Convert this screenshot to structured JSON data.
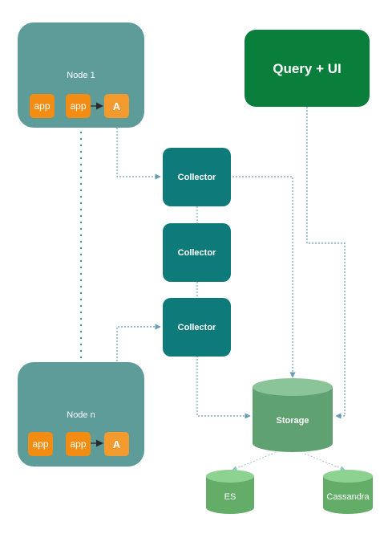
{
  "nodes": [
    {
      "label": "Node 1",
      "app1": "app",
      "app2": "app",
      "agent": "A"
    },
    {
      "label": "Node n",
      "app1": "app",
      "app2": "app",
      "agent": "A"
    }
  ],
  "collectors": [
    "Collector",
    "Collector",
    "Collector"
  ],
  "query": {
    "label": "Query + UI"
  },
  "storage": {
    "label": "Storage"
  },
  "backends": [
    "ES",
    "Cassandra"
  ],
  "colors": {
    "node": "#5e9c9a",
    "collector": "#0e7a7a",
    "query": "#0a7f3c",
    "app": "#f28c13",
    "storage": "#5fa170"
  }
}
